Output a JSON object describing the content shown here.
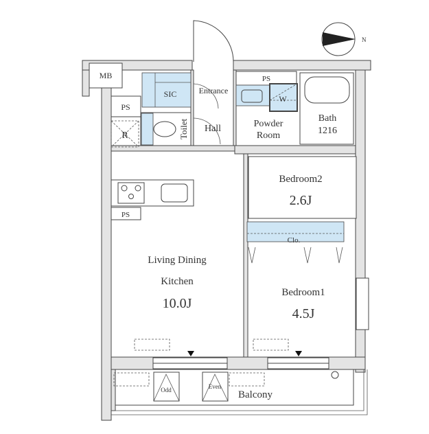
{
  "compass": {
    "label": "N"
  },
  "rooms": {
    "mb": "MB",
    "ps_left": "PS",
    "ps_top": "PS",
    "ps_kitchen": "PS",
    "r": "R",
    "sic": "SIC",
    "entrance": "Entrance",
    "toilet": "Toilet",
    "hall": "Hall",
    "w": "W",
    "powder_room_1": "Powder",
    "powder_room_2": "Room",
    "bath_1": "Bath",
    "bath_2": "1216",
    "bedroom2_name": "Bedroom2",
    "bedroom2_size": "2.6J",
    "closet": "Clo.",
    "ldk_1": "Living Dining",
    "ldk_2": "Kitchen",
    "ldk_size": "10.0J",
    "bedroom1_name": "Bedroom1",
    "bedroom1_size": "4.5J",
    "odd": "Odd",
    "even": "Even",
    "balcony": "Balcony"
  },
  "colors": {
    "fixture_blue": "#cfe6f5",
    "wall": "#e4e4e4"
  }
}
